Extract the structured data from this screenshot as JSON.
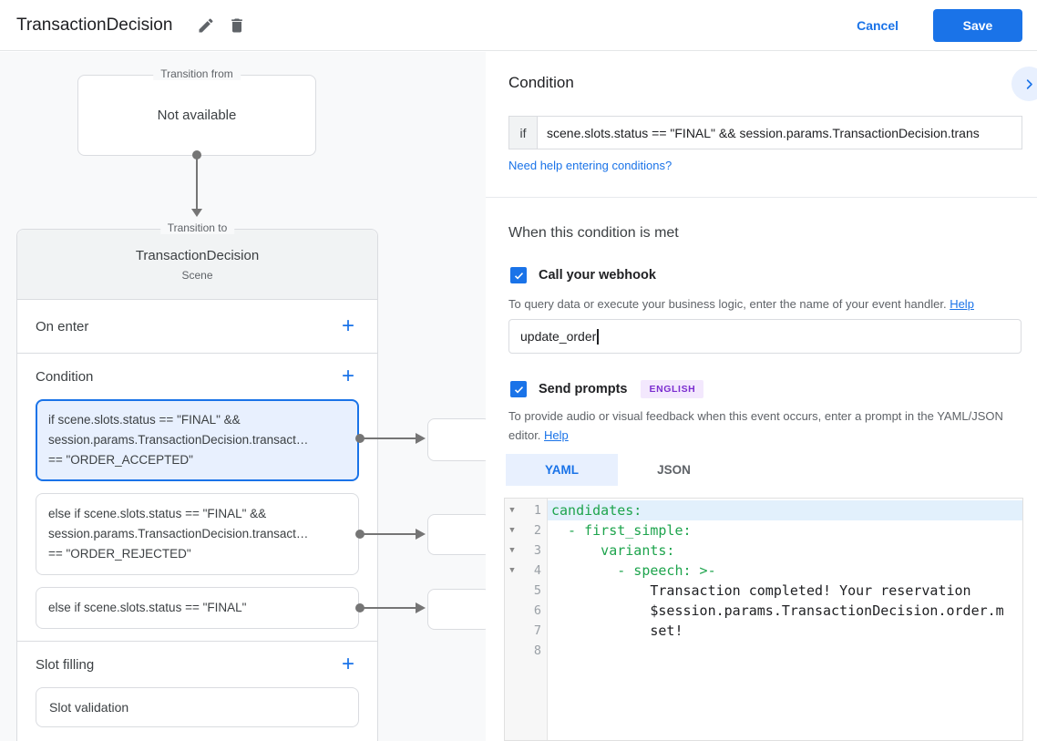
{
  "colors": {
    "accent_blue": "#1a73e8",
    "selected_bg": "#e8f0fe",
    "code_green": "#1ea44d",
    "badge_bg": "#f3e8fd",
    "badge_text": "#7c2ed0"
  },
  "header": {
    "title": "TransactionDecision",
    "cancel_label": "Cancel",
    "save_label": "Save"
  },
  "diagram": {
    "from_legend": "Transition from",
    "from_content": "Not available",
    "to_legend": "Transition to",
    "scene_title": "TransactionDecision",
    "scene_subtitle": "Scene",
    "on_enter_label": "On enter",
    "condition_label": "Condition",
    "slot_filling_label": "Slot filling",
    "slot_item": "Slot validation",
    "conditions": [
      {
        "selected": true,
        "lines": [
          "if scene.slots.status == \"FINAL\" &&",
          "session.params.TransactionDecision.transact…",
          "== \"ORDER_ACCEPTED\""
        ]
      },
      {
        "selected": false,
        "lines": [
          "else if scene.slots.status == \"FINAL\" &&",
          "session.params.TransactionDecision.transact…",
          "== \"ORDER_REJECTED\""
        ]
      },
      {
        "selected": false,
        "lines": [
          "else if scene.slots.status == \"FINAL\""
        ]
      }
    ]
  },
  "panel": {
    "title": "Condition",
    "if_label": "if",
    "condition_value": "scene.slots.status == \"FINAL\" && session.params.TransactionDecision.trans",
    "conditions_help_link": "Need help entering conditions?",
    "when_title": "When this condition is met",
    "webhook_label": "Call your webhook",
    "webhook_desc": "To query data or execute your business logic, enter the name of your event handler. ",
    "webhook_help": "Help",
    "webhook_value": "update_order",
    "prompts_label": "Send prompts",
    "prompts_badge": "ENGLISH",
    "prompts_desc": "To provide audio or visual feedback when this event occurs, enter a prompt in the YAML/JSON editor. ",
    "prompts_help": "Help",
    "tab_yaml": "YAML",
    "tab_json": "JSON",
    "editor_lines": [
      {
        "num": 1,
        "text": "candidates:",
        "color": "green",
        "fold": true,
        "active": true
      },
      {
        "num": 2,
        "text": "  - first_simple:",
        "color": "green",
        "fold": true,
        "active": false
      },
      {
        "num": 3,
        "text": "      variants:",
        "color": "green",
        "fold": true,
        "active": false
      },
      {
        "num": 4,
        "text": "        - speech: >-",
        "color": "green",
        "fold": true,
        "active": false
      },
      {
        "num": 5,
        "text": "            Transaction completed! Your reservation",
        "color": "plain",
        "fold": false,
        "active": false
      },
      {
        "num": 6,
        "text": "            $session.params.TransactionDecision.order.m",
        "color": "plain",
        "fold": false,
        "active": false
      },
      {
        "num": 7,
        "text": "            set!",
        "color": "plain",
        "fold": false,
        "active": false
      },
      {
        "num": 8,
        "text": "",
        "color": "plain",
        "fold": false,
        "active": false
      }
    ]
  }
}
